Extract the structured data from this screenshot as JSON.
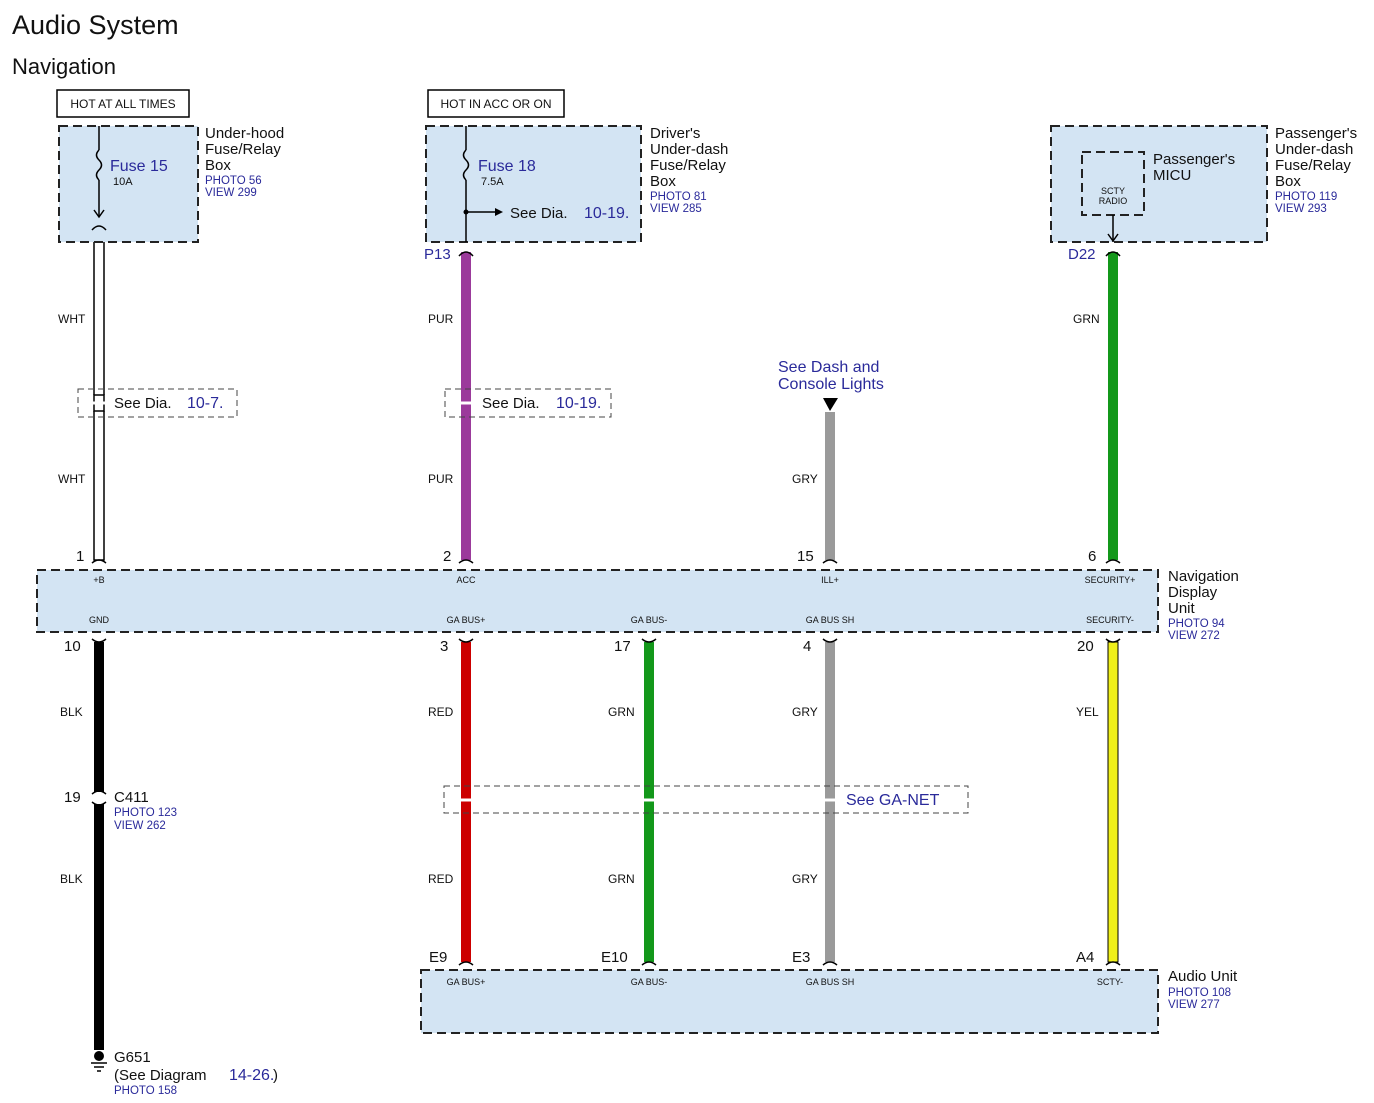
{
  "header": {
    "title": "Audio System",
    "subtitle": "Navigation"
  },
  "power_labels": {
    "hot_at_all_times": "HOT AT ALL TIMES",
    "hot_in_acc_or_on": "HOT IN ACC OR ON"
  },
  "underhood_box": {
    "name_line1": "Under-hood",
    "name_line2": "Fuse/Relay",
    "name_line3": "Box",
    "photo": "PHOTO 56",
    "view": "VIEW 299",
    "fuse": "Fuse 15",
    "rating": "10A"
  },
  "driver_box": {
    "name_line1": "Driver's",
    "name_line2": "Under-dash",
    "name_line3": "Fuse/Relay",
    "name_line4": "Box",
    "photo": "PHOTO 81",
    "view": "VIEW 285",
    "fuse": "Fuse 18",
    "rating": "7.5A",
    "see_dia_prefix": "See Dia.",
    "see_dia_ref": "10-19."
  },
  "passenger_box": {
    "name_line1": "Passenger's",
    "name_line2": "Under-dash",
    "name_line3": "Fuse/Relay",
    "name_line4": "Box",
    "photo": "PHOTO 119",
    "view": "VIEW 293",
    "micu_line1": "Passenger's",
    "micu_line2": "MICU",
    "scty_line1": "SCTY",
    "scty_line2": "RADIO"
  },
  "connectors_top": {
    "p13": "P13",
    "d22": "D22"
  },
  "wires": {
    "wht": "WHT",
    "pur": "PUR",
    "gry": "GRY",
    "grn": "GRN",
    "blk": "BLK",
    "red": "RED",
    "yel": "YEL"
  },
  "see_dia_1": {
    "prefix": "See Dia.",
    "ref": "10-7."
  },
  "see_dia_2": {
    "prefix": "See Dia.",
    "ref": "10-19."
  },
  "dash_lights": {
    "line1": "See Dash and",
    "line2": "Console Lights"
  },
  "nav_unit": {
    "name_line1": "Navigation",
    "name_line2": "Display",
    "name_line3": "Unit",
    "photo": "PHOTO 94",
    "view": "VIEW 272",
    "pins_top": [
      "1",
      "2",
      "15",
      "6"
    ],
    "signals_top": [
      "+B",
      "ACC",
      "ILL+",
      "SECURITY+"
    ],
    "pins_bottom": [
      "10",
      "3",
      "17",
      "4",
      "20"
    ],
    "signals_bottom": [
      "GND",
      "GA BUS+",
      "GA BUS-",
      "GA BUS SH",
      "SECURITY-"
    ]
  },
  "c411": {
    "pin": "19",
    "name": "C411",
    "photo": "PHOTO 123",
    "view": "VIEW 262"
  },
  "ga_net": {
    "label": "See GA-NET"
  },
  "audio_unit": {
    "name": "Audio Unit",
    "photo": "PHOTO 108",
    "view": "VIEW 277",
    "pins": [
      "E9",
      "E10",
      "E3",
      "A4"
    ],
    "signals": [
      "GA BUS+",
      "GA BUS-",
      "GA BUS SH",
      "SCTY-"
    ]
  },
  "ground": {
    "name": "G651",
    "see_prefix": "(See Diagram",
    "see_ref": "14-26.",
    "see_suffix": ")",
    "photo": "PHOTO 158"
  },
  "colors": {
    "box_fill": "#d3e4f3",
    "purple": "#9b3a9b",
    "gray": "#9a9a9a",
    "green": "#13981a",
    "black": "#000000",
    "red": "#cc0000",
    "yellow": "#f0f01a"
  }
}
